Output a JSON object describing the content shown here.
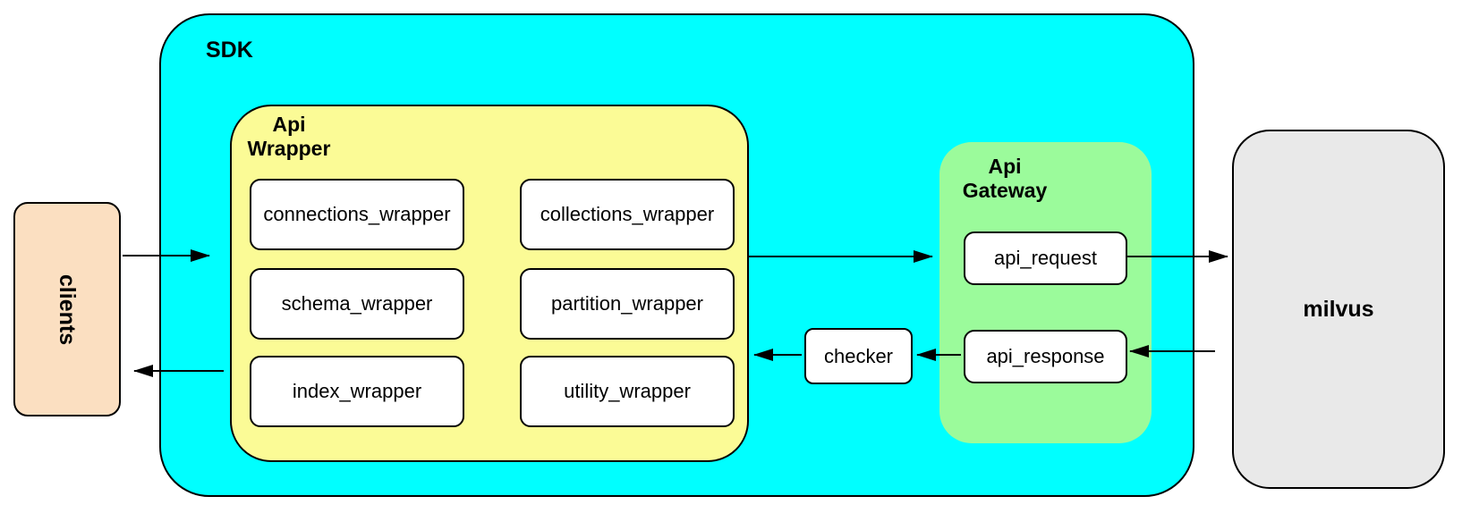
{
  "nodes": {
    "clients": {
      "label": "clients",
      "fill": "#FBDFC1"
    },
    "sdk": {
      "label": "SDK",
      "fill": "#00FFFF"
    },
    "api_wrapper": {
      "label": [
        "Api",
        "Wrapper"
      ],
      "fill": "#FBFB96",
      "boxes": [
        "connections_wrapper",
        "collections_wrapper",
        "schema_wrapper",
        "partition_wrapper",
        "index_wrapper",
        "utility_wrapper"
      ]
    },
    "checker": {
      "label": "checker",
      "fill": "#FFFFFF"
    },
    "api_gateway": {
      "label": [
        "Api",
        "Gateway"
      ],
      "fill": "#9BFB9B",
      "boxes": [
        "api_request",
        "api_response"
      ]
    },
    "milvus": {
      "label": "milvus",
      "fill": "#E9E9E9"
    }
  },
  "edges": [
    {
      "from": "clients",
      "to": "api_wrapper"
    },
    {
      "from": "api_wrapper",
      "to": "api_gateway"
    },
    {
      "from": "api_request",
      "to": "milvus"
    },
    {
      "from": "milvus",
      "to": "api_response"
    },
    {
      "from": "api_response",
      "to": "checker"
    },
    {
      "from": "checker",
      "to": "api_wrapper"
    },
    {
      "from": "api_wrapper",
      "to": "clients"
    }
  ],
  "stroke_color": "#000000"
}
